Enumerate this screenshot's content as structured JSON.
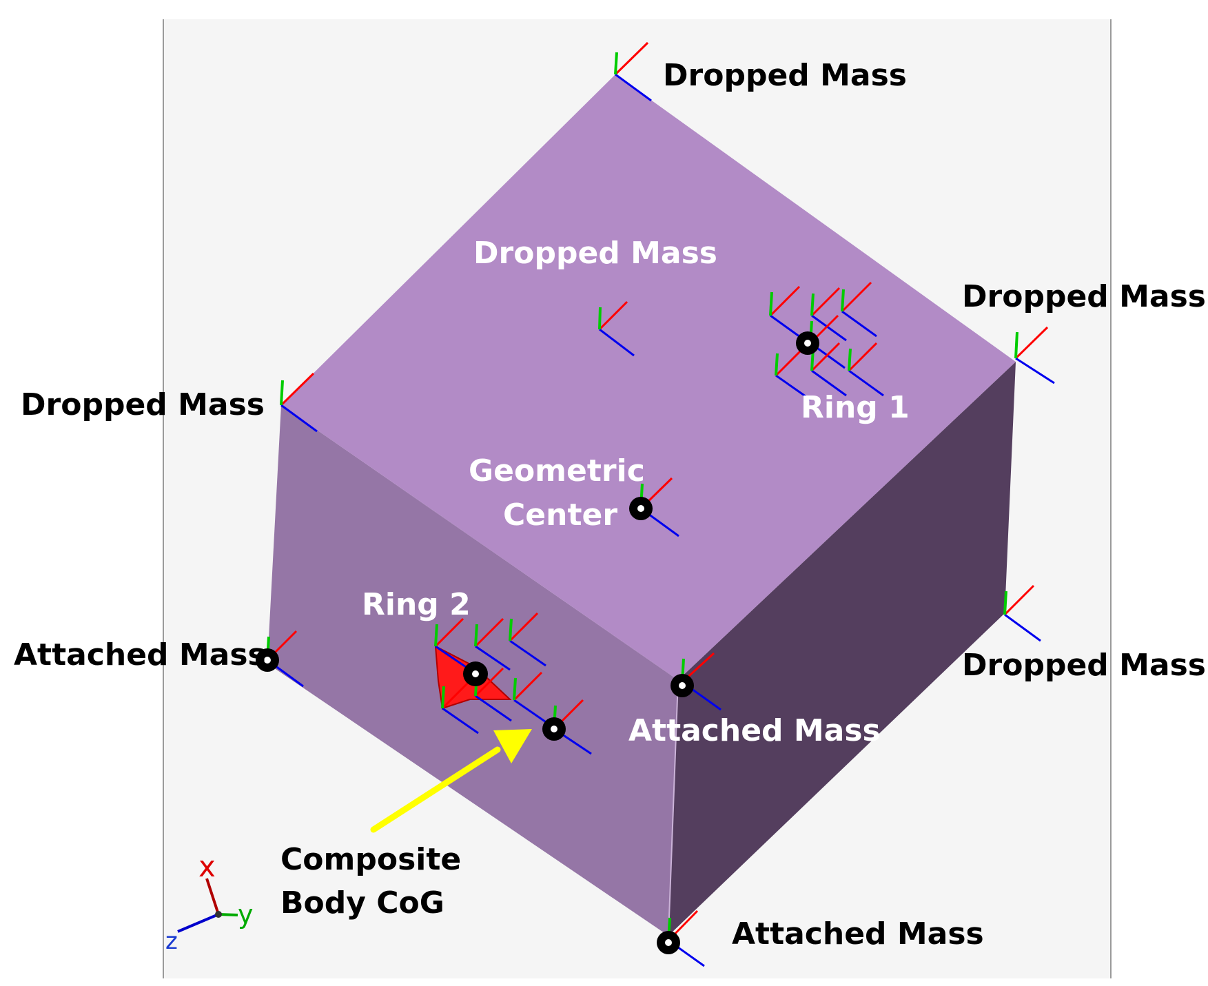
{
  "labels": {
    "dropped_mass_top": "Dropped Mass",
    "dropped_mass_face": "Dropped Mass",
    "dropped_mass_right": "Dropped Mass",
    "dropped_mass_left": "Dropped Mass",
    "dropped_mass_lower_right": "Dropped Mass",
    "ring_1": "Ring 1",
    "geometric_center_line1": "Geometric",
    "geometric_center_line2": "Center",
    "ring_2": "Ring 2",
    "attached_mass_left": "Attached Mass",
    "attached_mass_center": "Attached Mass",
    "attached_mass_bottom": "Attached Mass",
    "composite_line1": "Composite",
    "composite_line2": "Body CoG"
  },
  "axis_triad": {
    "x": "x",
    "y": "y",
    "z": "z"
  },
  "colors": {
    "background": "#ffffff",
    "viewport": "#f5f5f5",
    "top_face": "#b28bc6",
    "left_face": "#9576a6",
    "right_face": "#543e5e",
    "frame_x_axis": "#ff0000",
    "frame_y_axis": "#00cc00",
    "frame_z_axis": "#0000ee",
    "marker": "#000000",
    "ring2_body": "#ff1a1a",
    "pointer_arrow": "#ffff00",
    "triad_x": "#b00000",
    "triad_y": "#00aa00",
    "triad_z": "#0000cc"
  }
}
